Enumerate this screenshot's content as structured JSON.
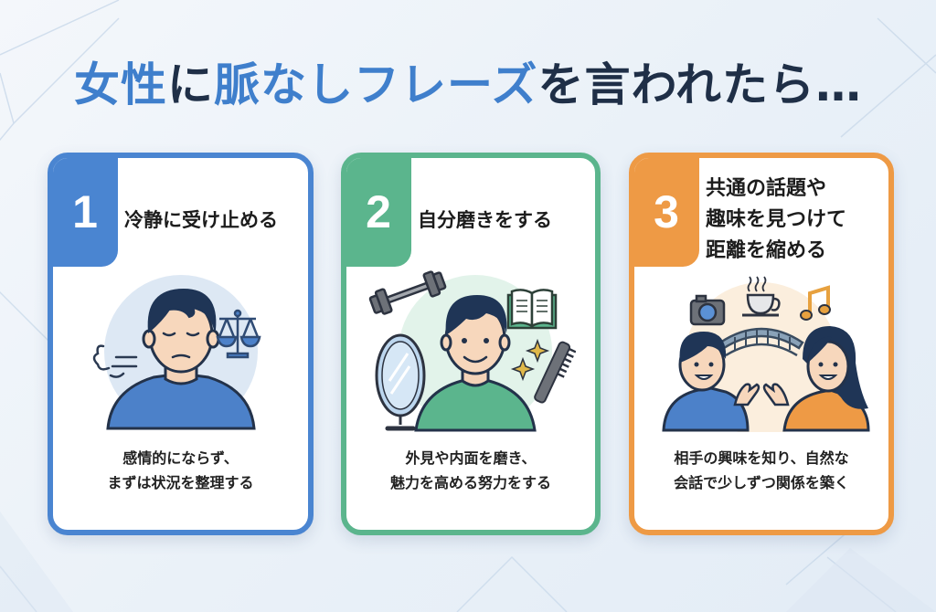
{
  "title": {
    "segments": [
      {
        "text": "女性",
        "color": "blue"
      },
      {
        "text": "に",
        "color": "dark"
      },
      {
        "text": "脈なしフレーズ",
        "color": "blue"
      },
      {
        "text": "を言われたら…",
        "color": "dark"
      }
    ]
  },
  "colors": {
    "title_blue": "#3f7fcc",
    "title_dark": "#1f2f47",
    "card1": "#4a85d1",
    "card2": "#5bb58d",
    "card3": "#ee9a45"
  },
  "cards": [
    {
      "number": "1",
      "title_lines": [
        "冷静に受け止める"
      ],
      "illustration": "calm-man-sighing-with-balance-scale",
      "description_lines": [
        "感情的にならず、",
        "まずは状況を整理する"
      ]
    },
    {
      "number": "2",
      "title_lines": [
        "自分磨きをする"
      ],
      "illustration": "smiling-man-with-dumbbell-book-mirror-comb",
      "description_lines": [
        "外見や内面を磨き、",
        "魅力を高める努力をする"
      ]
    },
    {
      "number": "3",
      "title_lines": [
        "共通の話題や",
        "趣味を見つけて",
        "距離を縮める"
      ],
      "illustration": "man-and-woman-talking-with-bridge-camera-coffee-music",
      "description_lines": [
        "相手の興味を知り、自然な",
        "会話で少しずつ関係を築く"
      ]
    }
  ]
}
